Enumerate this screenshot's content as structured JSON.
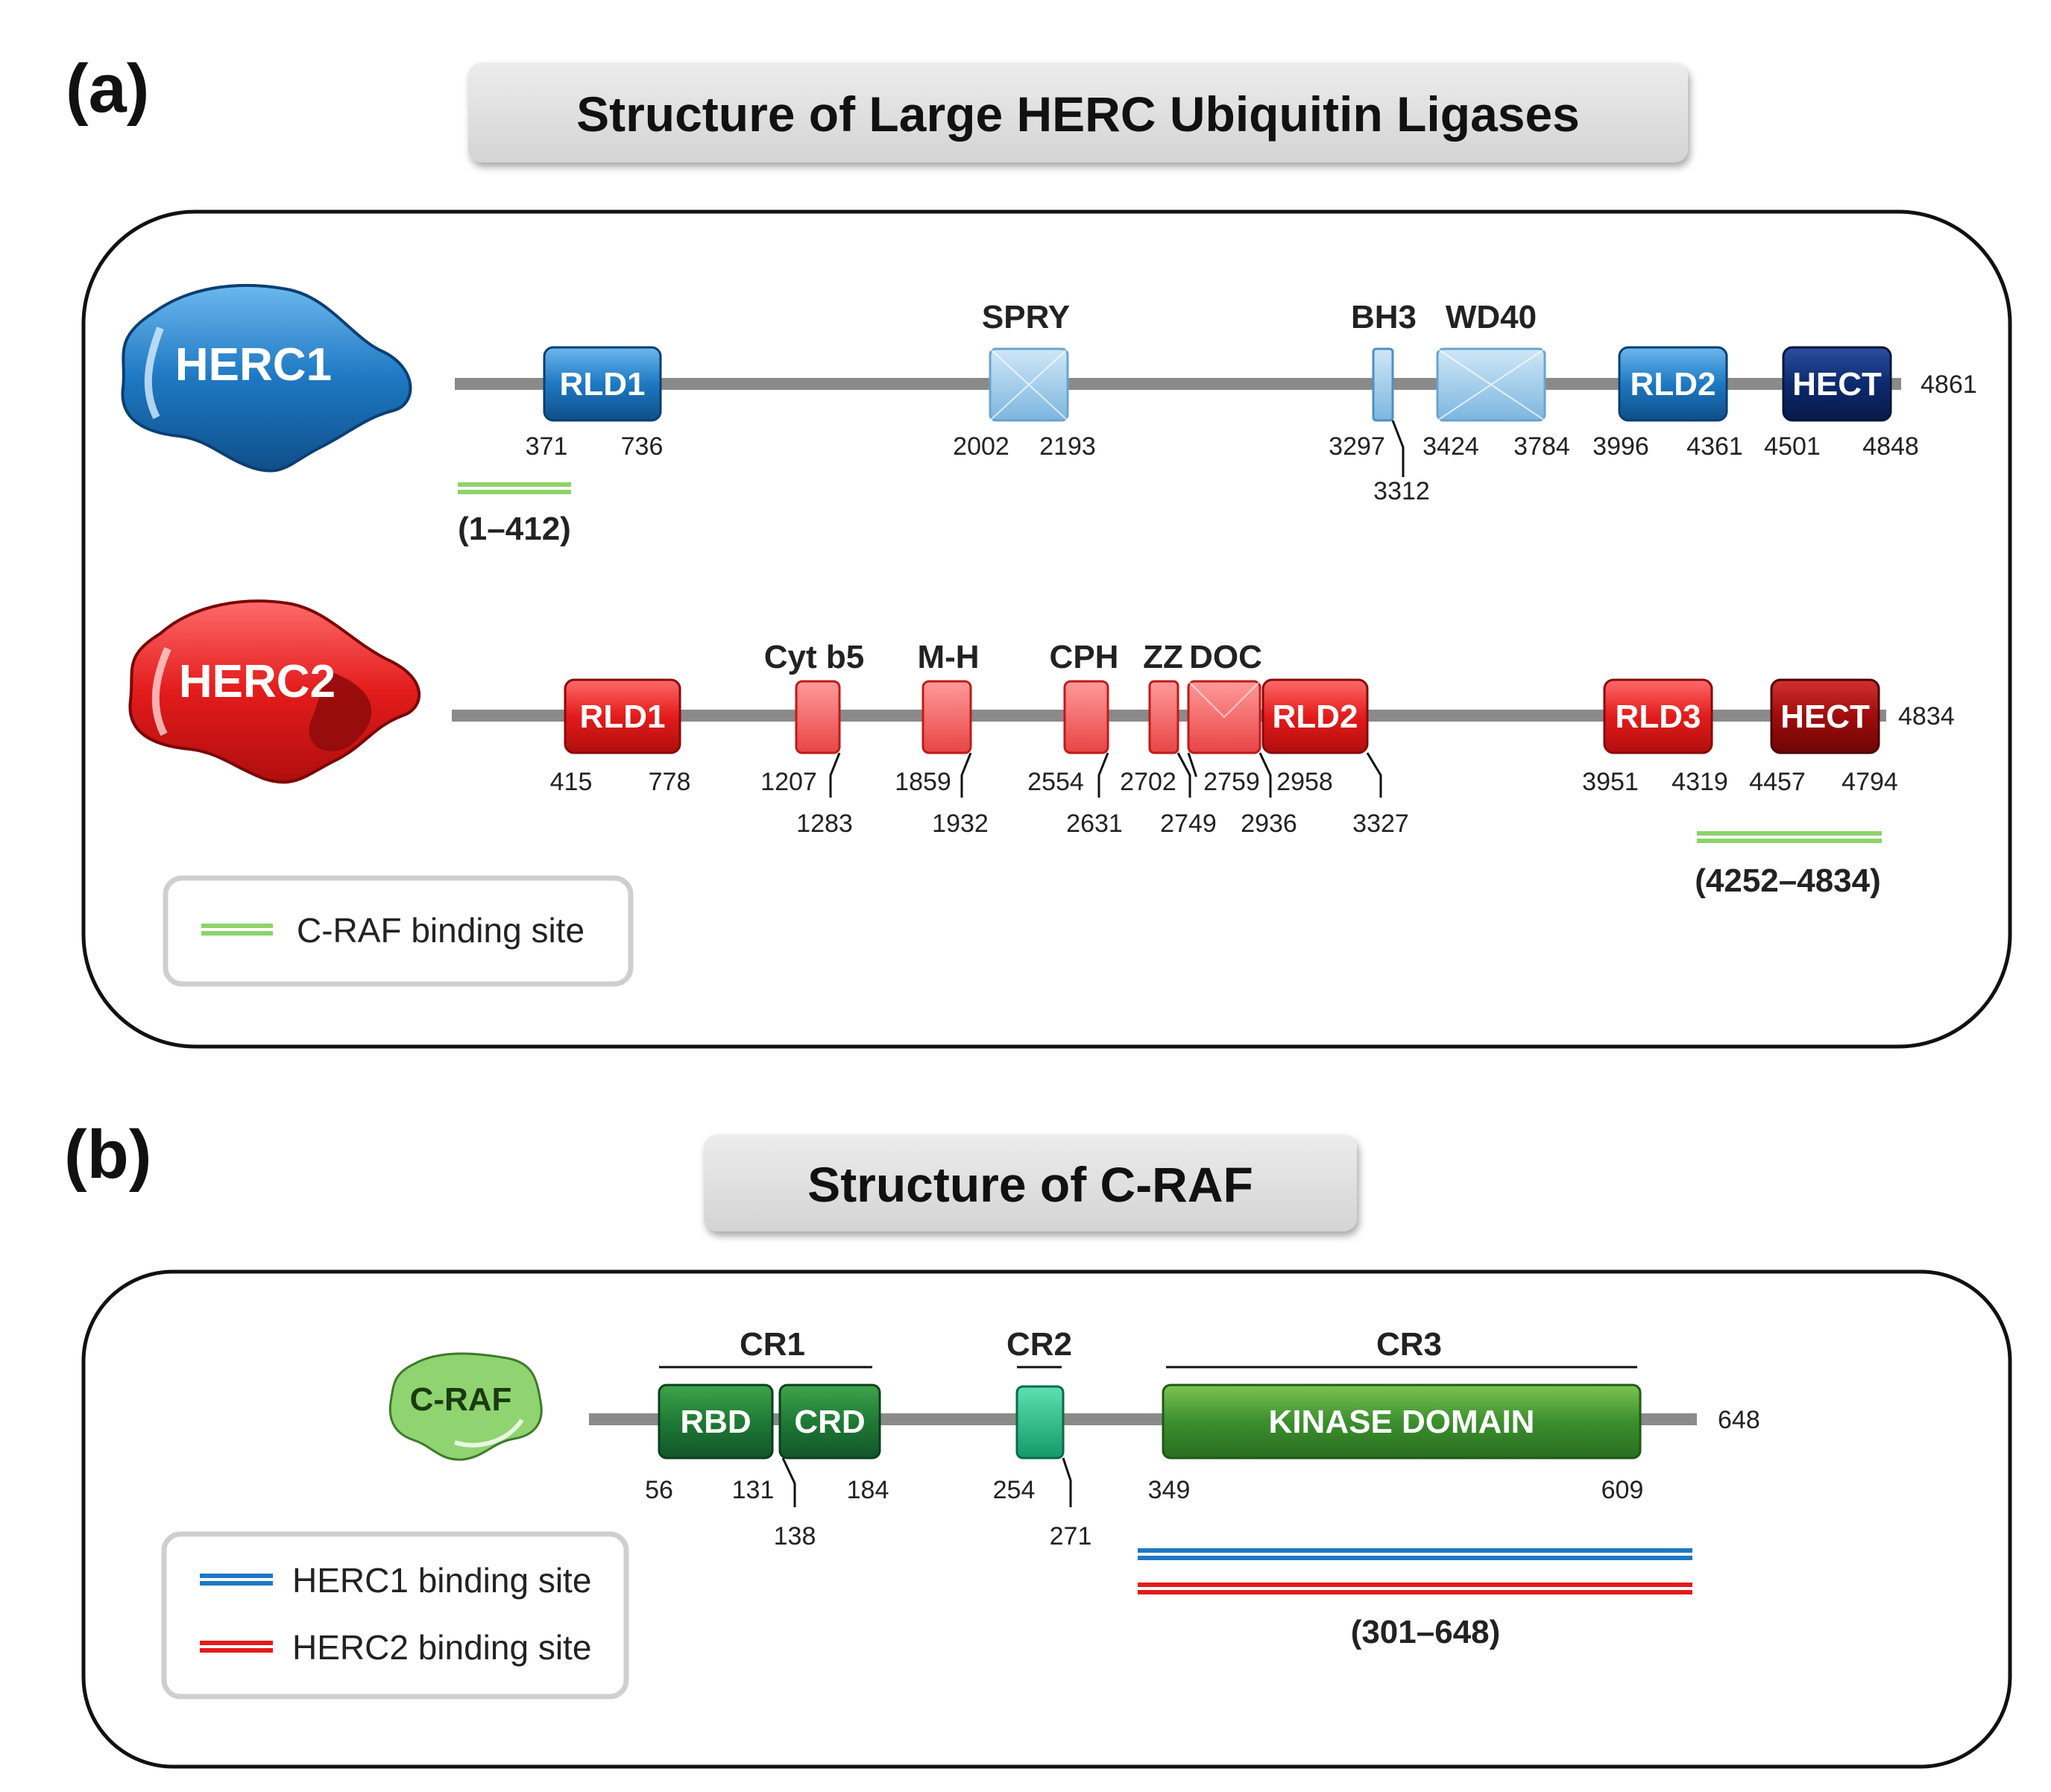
{
  "panel_a": {
    "label": "(a)",
    "title": "Structure of Large HERC Ubiquitin Ligases",
    "herc1": {
      "name": "HERC1",
      "length": "4861",
      "domains": {
        "rld1": "RLD1",
        "rld2": "RLD2",
        "hect": "HECT"
      },
      "headers": {
        "spry": "SPRY",
        "bh3": "BH3",
        "wd40": "WD40"
      },
      "positions": {
        "p371": "371",
        "p736": "736",
        "p2002": "2002",
        "p2193": "2193",
        "p3297": "3297",
        "p3312": "3312",
        "p3424": "3424",
        "p3784": "3784",
        "p3996": "3996",
        "p4361": "4361",
        "p4501": "4501",
        "p4848": "4848"
      },
      "craf_binding_range": "(1–412)"
    },
    "herc2": {
      "name": "HERC2",
      "length": "4834",
      "domains": {
        "rld1": "RLD1",
        "rld2": "RLD2",
        "rld3": "RLD3",
        "hect": "HECT"
      },
      "headers": {
        "cytb5": "Cyt b5",
        "mh": "M-H",
        "cph": "CPH",
        "zz": "ZZ",
        "doc": "DOC"
      },
      "positions": {
        "p415": "415",
        "p778": "778",
        "p1207": "1207",
        "p1283": "1283",
        "p1859": "1859",
        "p1932": "1932",
        "p2554": "2554",
        "p2631": "2631",
        "p2702": "2702",
        "p2749": "2749",
        "p2759": "2759",
        "p2936": "2936",
        "p2958": "2958",
        "p3327": "3327",
        "p3951": "3951",
        "p4319": "4319",
        "p4457": "4457",
        "p4794": "4794"
      },
      "craf_binding_range": "(4252–4834)"
    },
    "legend": {
      "craf_binding": "C-RAF binding site"
    }
  },
  "panel_b": {
    "label": "(b)",
    "title": "Structure of C-RAF",
    "craf": {
      "name": "C-RAF",
      "length": "648",
      "domains": {
        "rbd": "RBD",
        "crd": "CRD",
        "kinase": "KINASE DOMAIN"
      },
      "regions": {
        "cr1": "CR1",
        "cr2": "CR2",
        "cr3": "CR3"
      },
      "positions": {
        "p56": "56",
        "p131": "131",
        "p138": "138",
        "p184": "184",
        "p254": "254",
        "p271": "271",
        "p349": "349",
        "p609": "609"
      },
      "herc_binding_range": "(301–648)"
    },
    "legend": {
      "herc1_binding": "HERC1 binding site",
      "herc2_binding": "HERC2 binding site"
    }
  },
  "colors": {
    "herc1_blue": "#1e78c2",
    "herc1_light": "#8fc3e6",
    "herc1_dark": "#0a2a6e",
    "herc2_red": "#e31b1b",
    "herc2_dark": "#a00d0d",
    "craf_green": "#2e7d32",
    "craf_teal": "#17a876",
    "binding_green": "#8cd36a",
    "binding_blue": "#1e78c2",
    "binding_red": "#e31b1b",
    "backbone": "#8a8a8a"
  }
}
